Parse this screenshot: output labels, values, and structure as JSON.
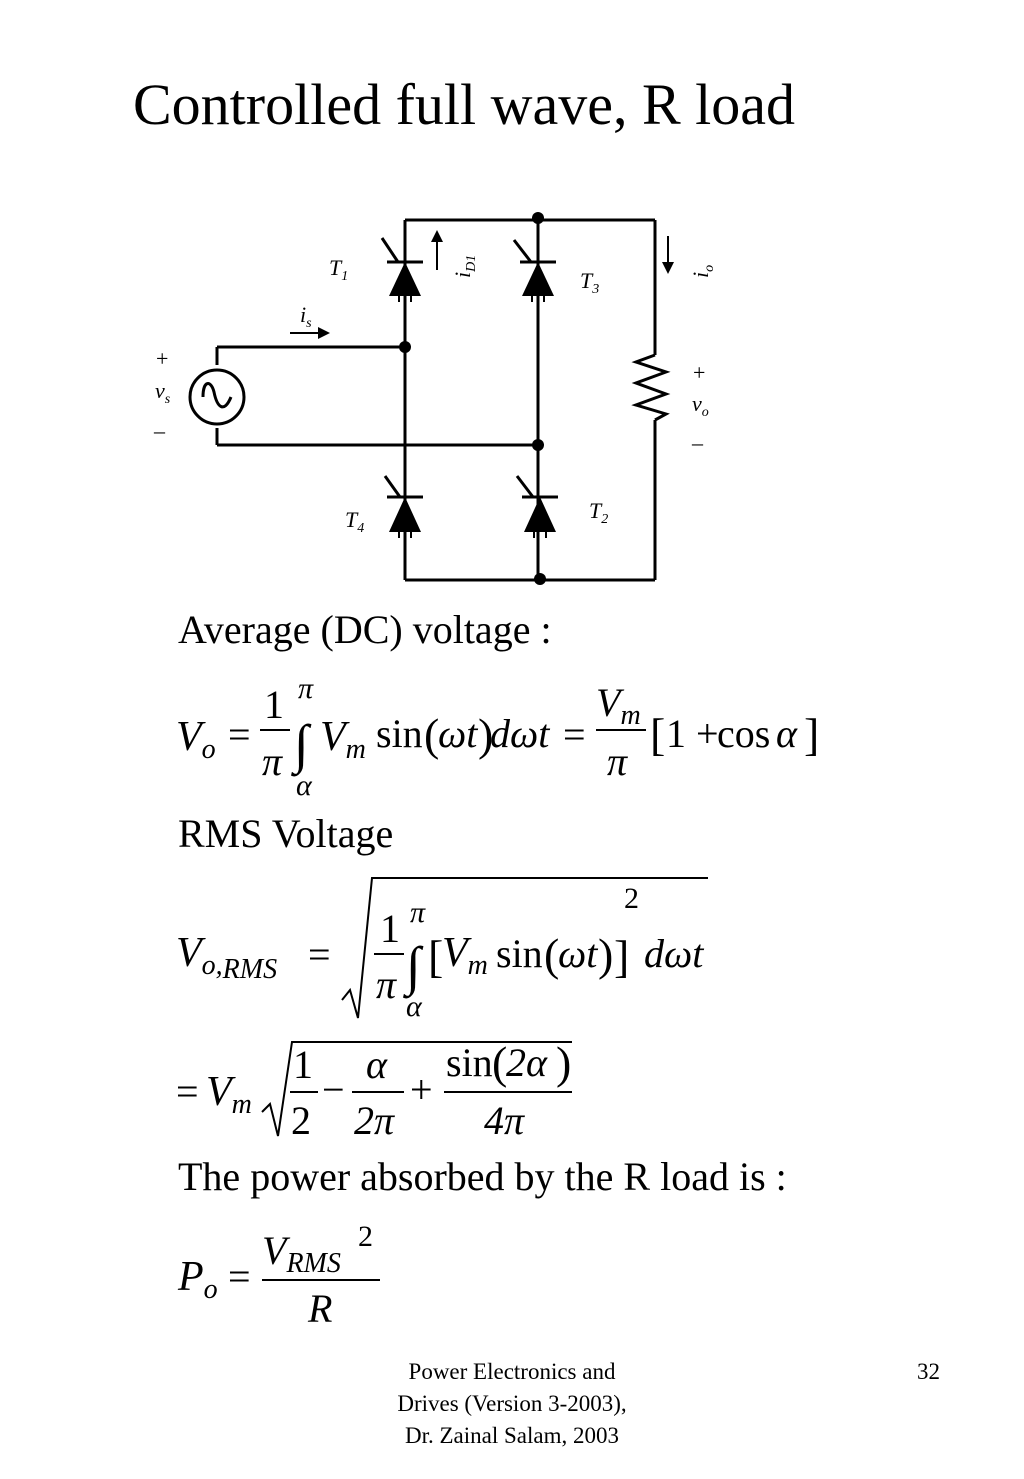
{
  "slide": {
    "title": "Controlled full wave, R load",
    "page_number": "32"
  },
  "circuit": {
    "labels": {
      "t1": "T",
      "t1_sub": "1",
      "t2": "T",
      "t2_sub": "2",
      "t3": "T",
      "t3_sub": "3",
      "t4": "T",
      "t4_sub": "4",
      "id1": "i",
      "id1_sub": "D1",
      "io": "i",
      "io_sub": "o",
      "is": "i",
      "is_sub": "s",
      "vs": "v",
      "vs_sub": "s",
      "vo": "v",
      "vo_sub": "o",
      "plus": "+",
      "minus": "–"
    }
  },
  "sections": {
    "avg_heading": "Average (DC) voltage :",
    "rms_heading": "RMS Voltage",
    "power_heading": "The power absorbed by the R load is :"
  },
  "math": {
    "V": "V",
    "o": "o",
    "m": "m",
    "P": "P",
    "R": "R",
    "RMS": "RMS",
    "eq": "=",
    "one": "1",
    "two": "2",
    "pi": "π",
    "alpha": "α",
    "integral": "∫",
    "sin": "sin",
    "cos": "cos",
    "omega_t": "ωt",
    "d_omega_t": "dωt",
    "lparen": "(",
    "rparen": ")",
    "lbracket": "[",
    "rbracket": "]",
    "plus": "+",
    "minus": "−",
    "comma": ",",
    "two_alpha": "2α",
    "two_pi": "2π",
    "four_pi": "4π",
    "one_plus": "1 +"
  },
  "footer": {
    "line1": "Power Electronics and",
    "line2": "Drives (Version 3-2003),",
    "line3": "Dr. Zainal Salam, 2003"
  }
}
